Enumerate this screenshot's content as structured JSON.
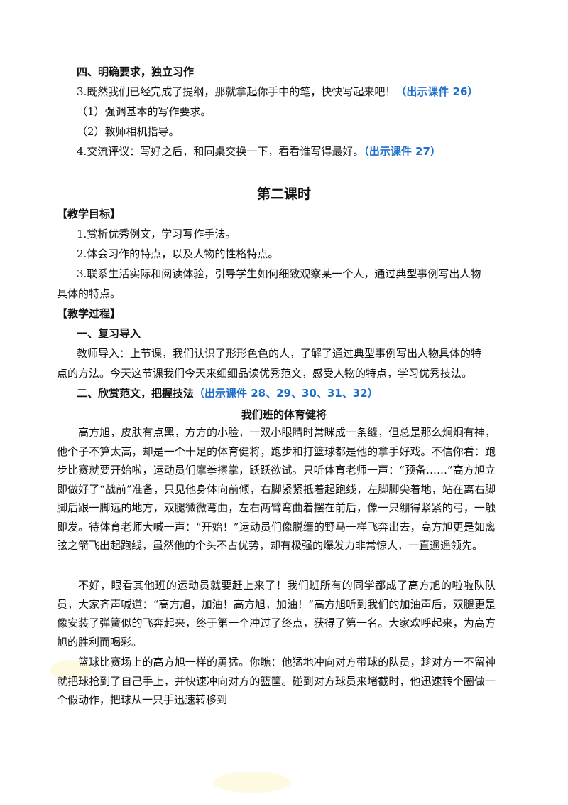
{
  "section4": {
    "heading": "四、明确要求，独立习作",
    "item3_text": "3.既然我们已经完成了提纲，那就拿起你手中的笔，快快写起来吧！",
    "item3_ref": "（出示课件 26）",
    "sub1": "（1）强调基本的写作要求。",
    "sub2": "（2）教师相机指导。",
    "item4_text": "4.交流评议：写好之后，和同桌交换一下，看看谁写得最好。",
    "item4_ref": "（出示课件 27）"
  },
  "lesson2": {
    "title": "第二课时",
    "goals_heading": "【教学目标】",
    "goal1": "1.赏析优秀例文，学习写作手法。",
    "goal2": "2.体会习作的特点，以及人物的性格特点。",
    "goal3_line1": "3.联系生活实际和阅读体验，引导学生如何细致观察某一个人，通过典型事例写出人物",
    "goal3_line2": "具体的特点。",
    "process_heading": "【教学过程】",
    "step1_heading": "一、复习导入",
    "intro_line1": "教师导入：上节课，我们认识了形形色色的人，了解了通过典型事例写出人物具体的特",
    "intro_line2": "点的方法。今天这节课我们今天来细细品读优秀范文，感受人物的特点，学习优秀技法。",
    "step2_heading": "二、欣赏范文，把握技法",
    "step2_ref": "（出示课件 28、29、30、31、32）"
  },
  "essay": {
    "title": "我们班的体育健将",
    "para1": "高方旭，皮肤有点黑，方方的小脸，一双小眼睛时常眯成一条缝，但总是那么炯炯有神，他个子不算太高，却是一个十足的体育健将，跑步和打篮球都是他的拿手好戏。不信你看：跑步比赛就要开始啦，运动员们摩拳擦掌，跃跃欲试。只听体育老师一声：“预备……”高方旭立即做好了“战前”准备，只见他身体向前倾，右脚紧紧抵着起跑线，左脚脚尖着地，站在离右脚脚后跟一脚远的地方，双腿微微弯曲，左右两臂弯曲着摆在前后，像一只绷得紧紧的弓，一触即发。待体育老师大喊一声：“开始！”运动员们像脱缰的野马一样飞奔出去，高方旭更是如离弦之箭飞出起跑线，虽然他的个头不占优势，却有极强的爆发力非常惊人，一直遥遥领先。",
    "para2": "不好，眼看其他班的运动员就要赶上来了！我们班所有的同学都成了高方旭的啦啦队队员，大家齐声喊道：“高方旭，加油！高方旭，加油！”高方旭听到我们的加油声后，双腿更是像安装了弹簧似的飞奔起来，终于第一个冲过了终点，获得了第一名。大家欢呼起来，为高方旭的胜利而喝彩。",
    "para3": "篮球比赛场上的高方旭一样的勇猛。你瞧：他猛地冲向对方带球的队员，趁对方一不留神就把球抢到了自己手上，并快速冲向对方的篮筐。碰到对方球员来堵截时，他迅速转个圈做一个假动作，把球从一只手迅速转移到"
  }
}
